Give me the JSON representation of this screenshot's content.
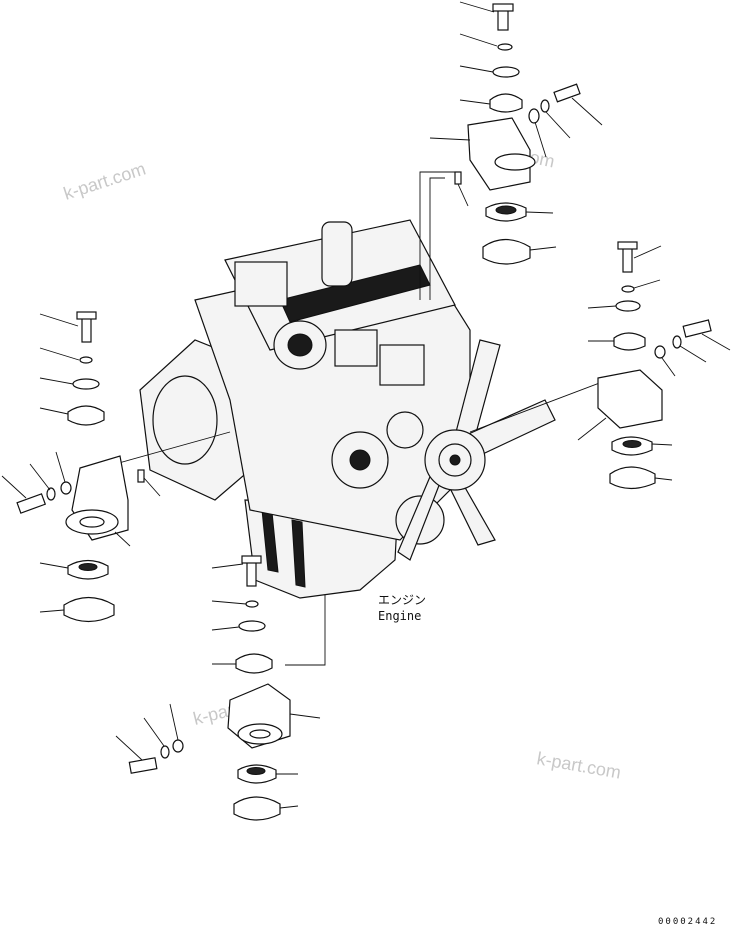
{
  "engine_label": {
    "japanese": "エンジン",
    "english": "Engine"
  },
  "watermarks": [
    "k-part.com",
    "k-part.com",
    "k-part.com",
    "k-part.com"
  ],
  "document_number": "00002442"
}
